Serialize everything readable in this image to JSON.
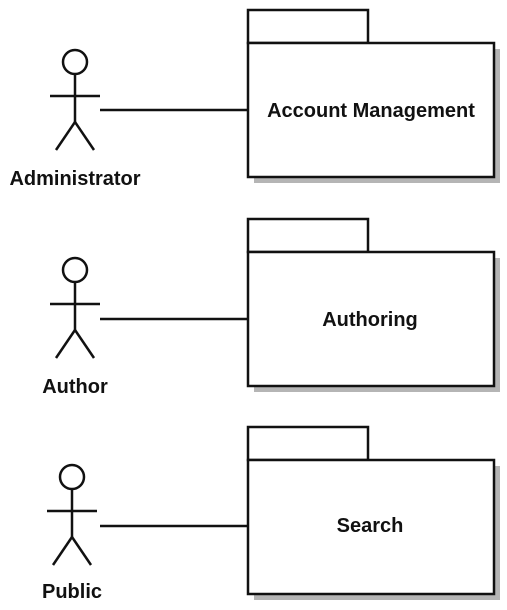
{
  "diagram": {
    "groups": [
      {
        "actor": {
          "name": "Administrator",
          "icon": "stick-figure-icon"
        },
        "package": {
          "name": "Account Management",
          "icon": "folder-tab-icon"
        }
      },
      {
        "actor": {
          "name": "Author",
          "icon": "stick-figure-icon"
        },
        "package": {
          "name": "Authoring",
          "icon": "folder-tab-icon"
        }
      },
      {
        "actor": {
          "name": "Public",
          "icon": "stick-figure-icon"
        },
        "package": {
          "name": "Search",
          "icon": "folder-tab-icon"
        }
      }
    ],
    "colors": {
      "line": "#111111",
      "shadow": "#b5b5b5",
      "fill": "#ffffff"
    }
  }
}
